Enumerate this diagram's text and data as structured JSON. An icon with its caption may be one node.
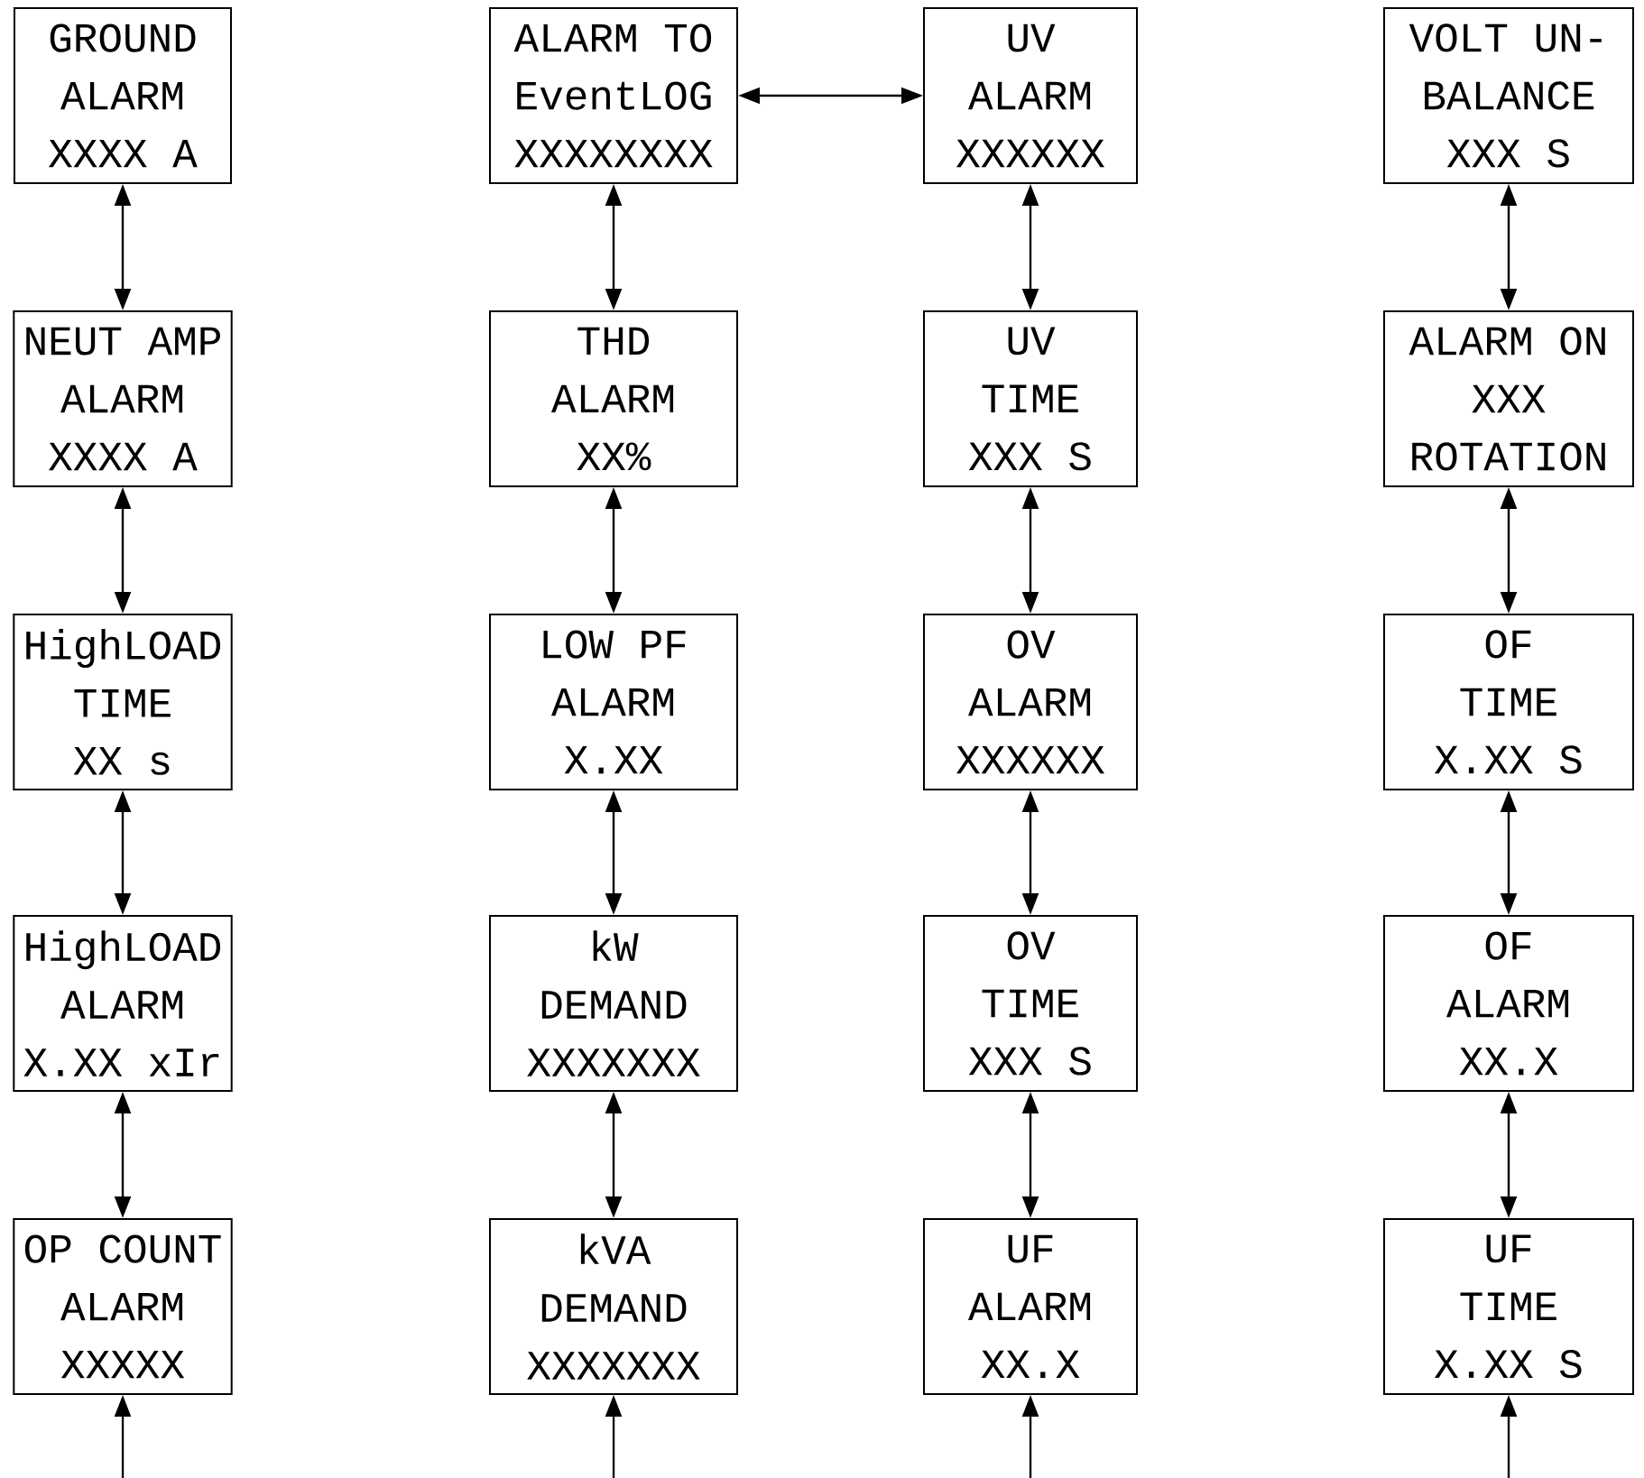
{
  "diagram": {
    "nodes": [
      {
        "text": [
          "GROUND ALARM",
          "XXXX A"
        ]
      },
      {
        "text": [
          "NEUT AMP ALARM",
          "XXXX A"
        ]
      },
      {
        "text": [
          "HighLOAD TIME",
          "XX s"
        ]
      },
      {
        "text": [
          "HighLOAD ALARM",
          "X.XX xIr"
        ]
      },
      {
        "text": [
          "OP COUNT ALARM",
          "XXXXX"
        ]
      },
      {
        "text": [
          "ALARM TO EventLOG",
          "XXXXXXXX"
        ]
      },
      {
        "text": [
          "THD ALARM",
          "XX%"
        ]
      },
      {
        "text": [
          "LOW PF ALARM",
          "X.XX"
        ]
      },
      {
        "text": [
          "kW DEMAND",
          "XXXXXXX"
        ]
      },
      {
        "text": [
          "kVA DEMAND",
          "XXXXXXX"
        ]
      },
      {
        "text": [
          "UV ALARM",
          "XXXXXX"
        ]
      },
      {
        "text": [
          "UV TIME",
          "XXX S"
        ]
      },
      {
        "text": [
          "OV ALARM",
          "XXXXXX"
        ]
      },
      {
        "text": [
          "OV TIME",
          "XXX S"
        ]
      },
      {
        "text": [
          "UF ALARM",
          "XX.X"
        ]
      },
      {
        "text": [
          "VOLT UN- BALANCE",
          "XXX S"
        ]
      },
      {
        "text": [
          "ALARM ON XXX ROTATION"
        ]
      },
      {
        "text": [
          "OF TIME",
          "X.XX S"
        ]
      },
      {
        "text": [
          "OF ALARM",
          "XX.X"
        ]
      },
      {
        "text": [
          "UF TIME",
          "X.XX S"
        ]
      }
    ],
    "edges": [
      {
        "from": 0,
        "to": 1,
        "arrow": "both"
      },
      {
        "from": 1,
        "to": 2,
        "arrow": "both"
      },
      {
        "from": 2,
        "to": 3,
        "arrow": "both"
      },
      {
        "from": 3,
        "to": 4,
        "arrow": "both"
      },
      {
        "from": null,
        "to": 4,
        "arrow": "to"
      },
      {
        "from": 5,
        "to": 10,
        "arrow": "both"
      },
      {
        "from": 5,
        "to": 6,
        "arrow": "both"
      },
      {
        "from": 6,
        "to": 7,
        "arrow": "both"
      },
      {
        "from": 7,
        "to": 8,
        "arrow": "both"
      },
      {
        "from": 8,
        "to": 9,
        "arrow": "both"
      },
      {
        "from": null,
        "to": 9,
        "arrow": "to"
      },
      {
        "from": 10,
        "to": 11,
        "arrow": "both"
      },
      {
        "from": 11,
        "to": 12,
        "arrow": "both"
      },
      {
        "from": 12,
        "to": 13,
        "arrow": "both"
      },
      {
        "from": 13,
        "to": 14,
        "arrow": "both"
      },
      {
        "from": null,
        "to": 14,
        "arrow": "to"
      },
      {
        "from": 15,
        "to": 16,
        "arrow": "both"
      },
      {
        "from": 16,
        "to": 17,
        "arrow": "both"
      },
      {
        "from": 17,
        "to": 18,
        "arrow": "both"
      },
      {
        "from": 18,
        "to": 19,
        "arrow": "both"
      },
      {
        "from": null,
        "to": 19,
        "arrow": "to"
      }
    ]
  }
}
